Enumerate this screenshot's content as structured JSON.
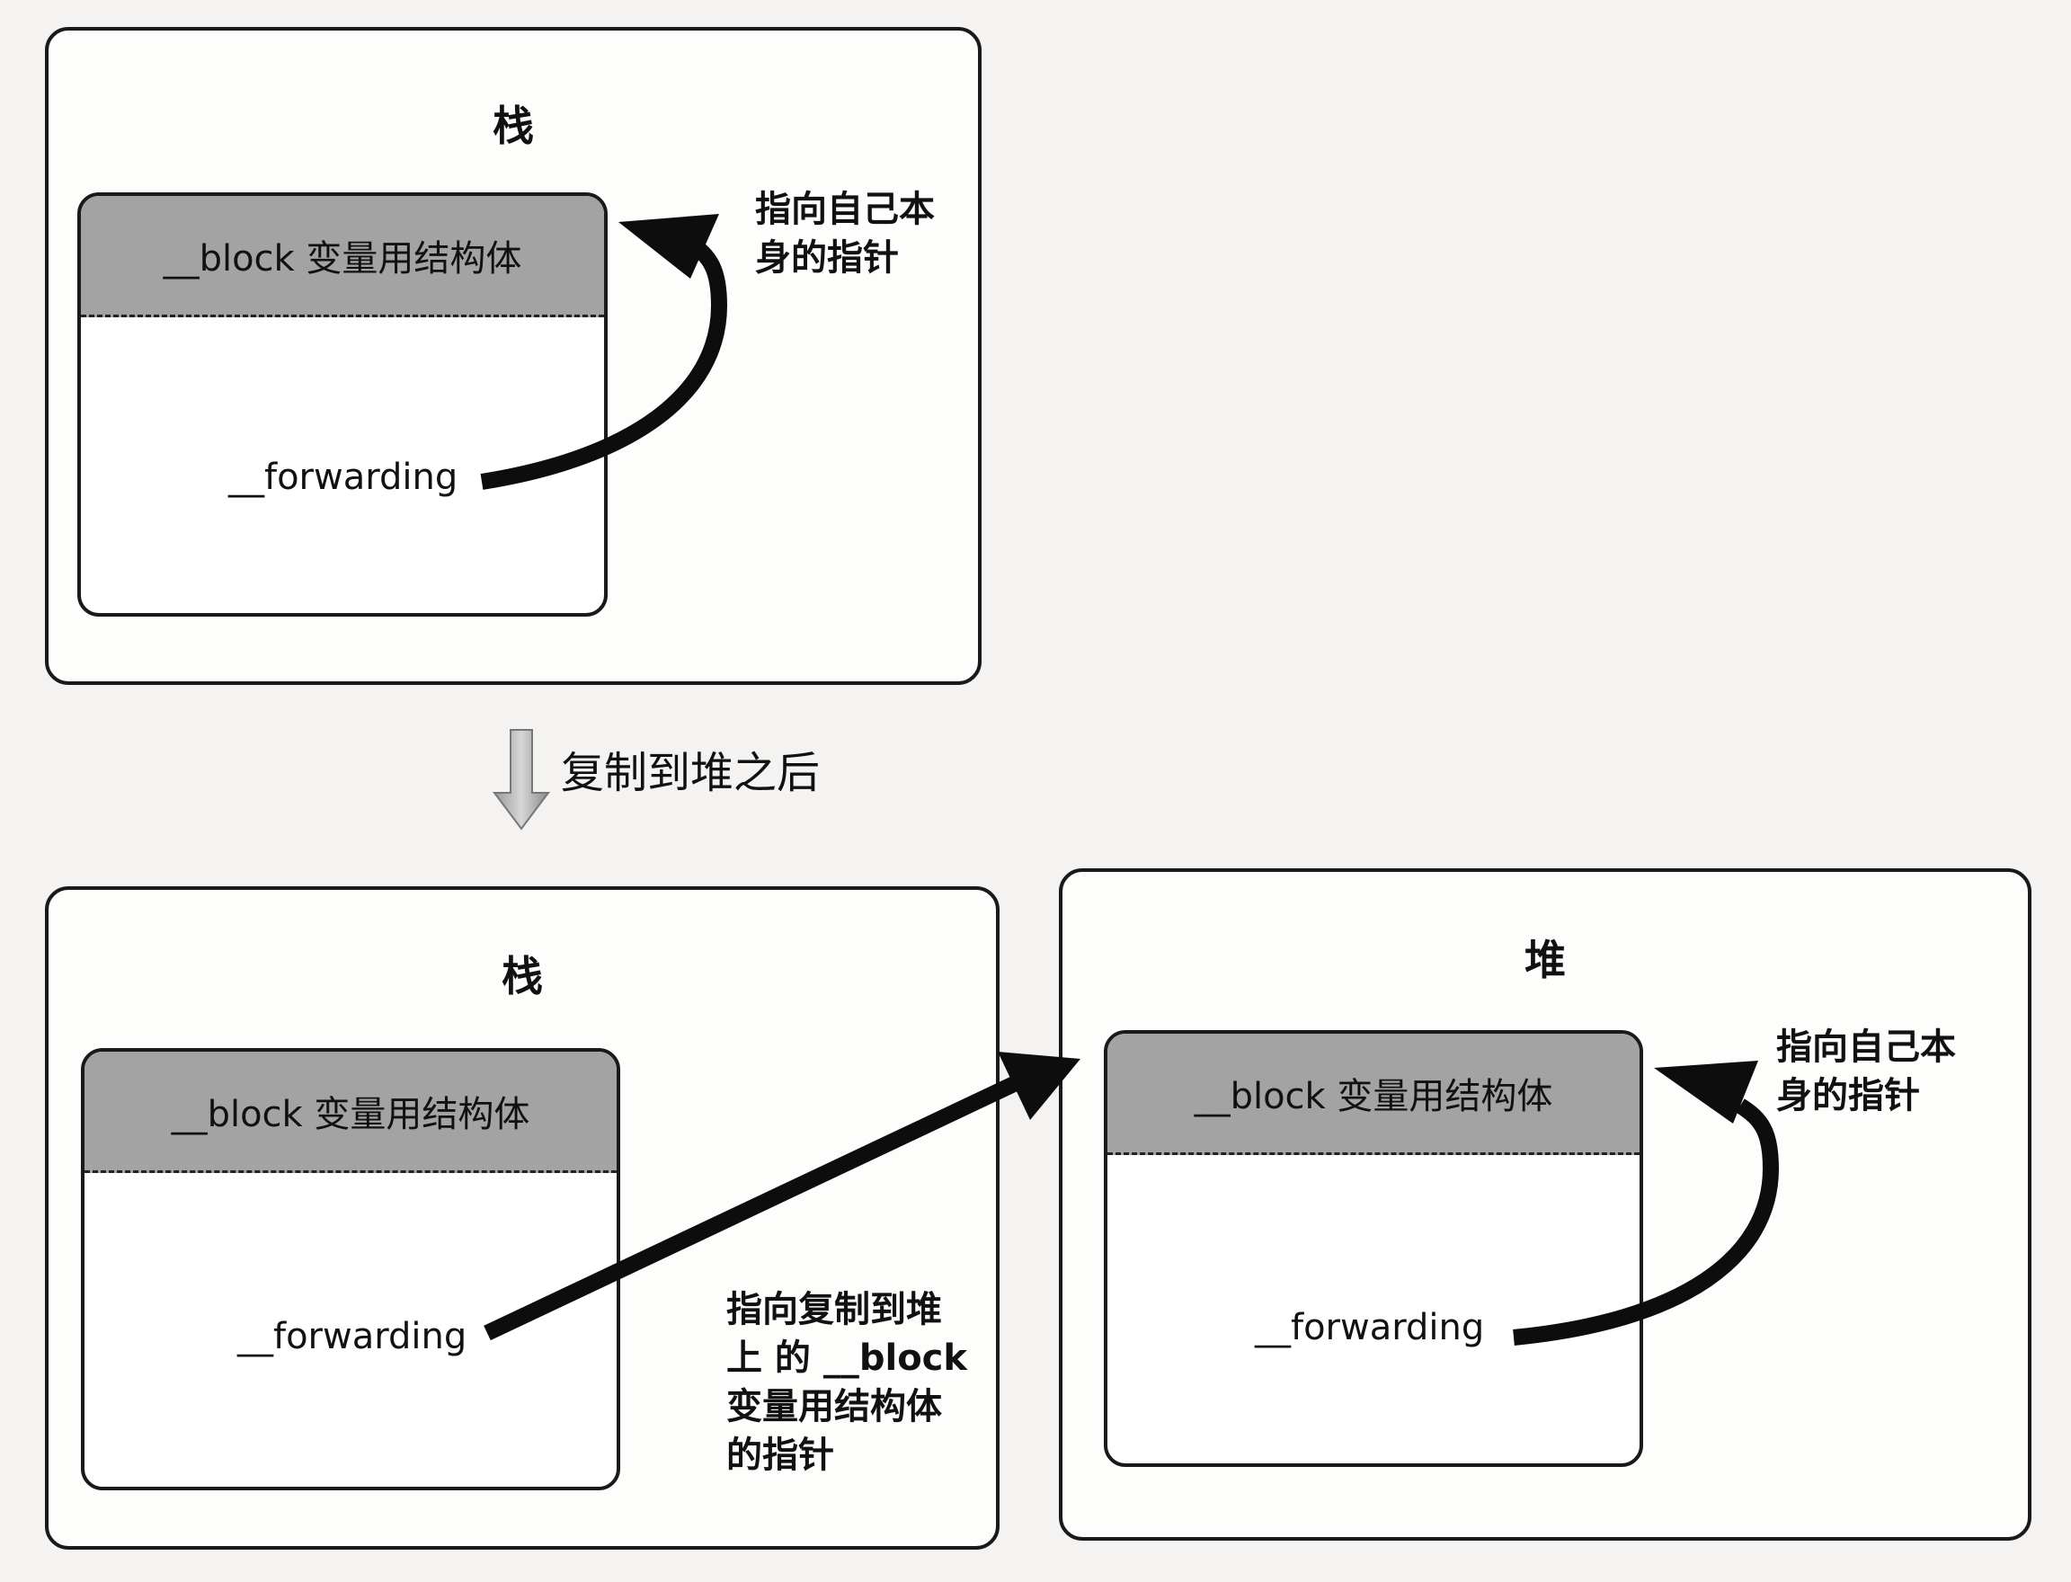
{
  "top_panel": {
    "title": "栈",
    "struct_header": "__block 变量用结构体",
    "field": "__forwarding",
    "note": [
      "指向自己本",
      "身的指针"
    ]
  },
  "transition": {
    "label": "复制到堆之后"
  },
  "bottom_left_panel": {
    "title": "栈",
    "struct_header": "__block 变量用结构体",
    "field": "__forwarding",
    "note": [
      "指向复制到堆",
      "上 的 __block",
      "变量用结构体",
      "的指针"
    ]
  },
  "bottom_right_panel": {
    "title": "堆",
    "struct_header": "__block 变量用结构体",
    "field": "__forwarding",
    "note": [
      "指向自己本",
      "身的指针"
    ]
  }
}
